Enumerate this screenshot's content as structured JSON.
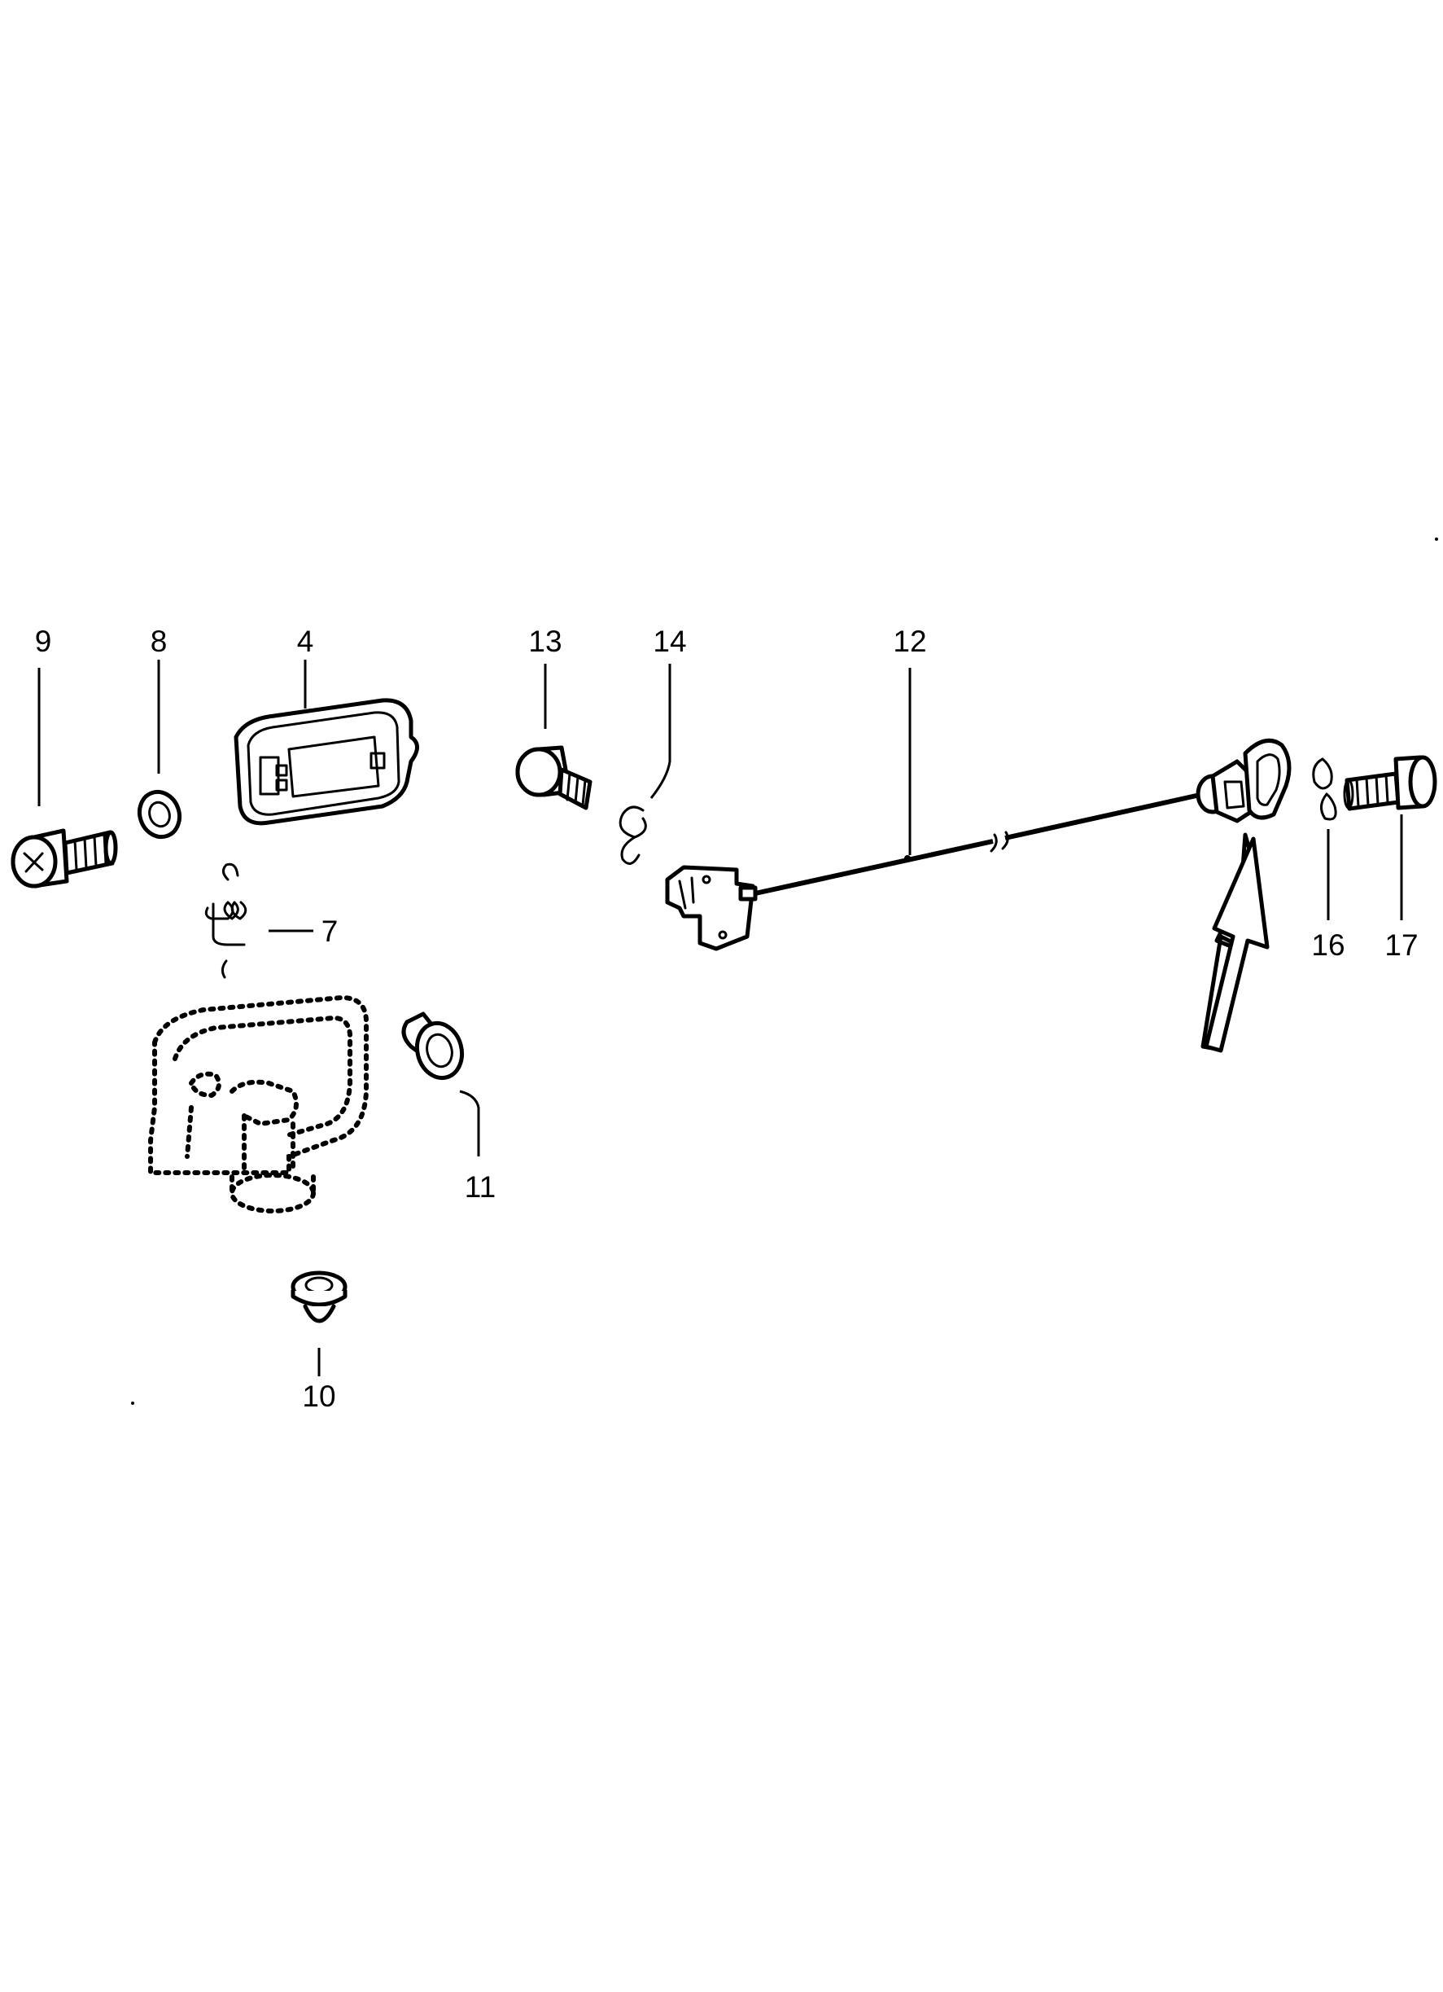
{
  "diagram": {
    "callouts": {
      "c4": "4",
      "c7": "7",
      "c8": "8",
      "c9": "9",
      "c10": "10",
      "c11": "11",
      "c12": "12",
      "c13": "13",
      "c14": "14",
      "c16": "16",
      "c17": "17"
    }
  }
}
